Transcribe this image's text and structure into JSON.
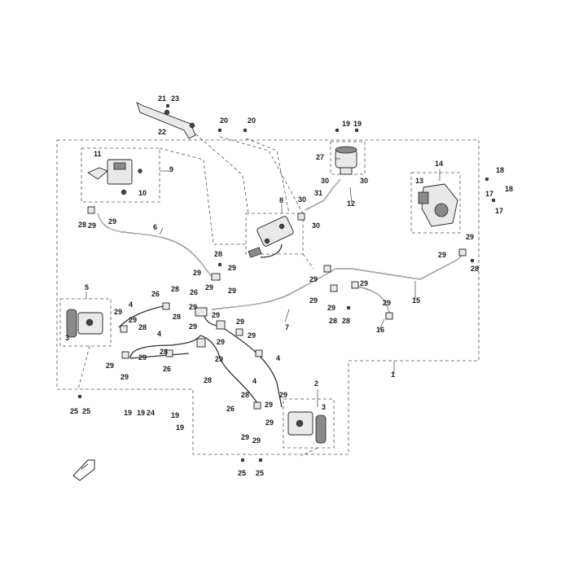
{
  "diagram": {
    "callouts": [
      {
        "id": "c1",
        "text": "1"
      },
      {
        "id": "c2",
        "text": "2"
      },
      {
        "id": "c3a",
        "text": "3"
      },
      {
        "id": "c3b",
        "text": "3"
      },
      {
        "id": "c4a",
        "text": "4"
      },
      {
        "id": "c4b",
        "text": "4"
      },
      {
        "id": "c4c",
        "text": "4"
      },
      {
        "id": "c4d",
        "text": "4"
      },
      {
        "id": "c5",
        "text": "5"
      },
      {
        "id": "c6",
        "text": "6"
      },
      {
        "id": "c7",
        "text": "7"
      },
      {
        "id": "c8",
        "text": "8"
      },
      {
        "id": "c9",
        "text": "9"
      },
      {
        "id": "c10",
        "text": "10"
      },
      {
        "id": "c11",
        "text": "11"
      },
      {
        "id": "c12",
        "text": "12"
      },
      {
        "id": "c13",
        "text": "13"
      },
      {
        "id": "c14",
        "text": "14"
      },
      {
        "id": "c15",
        "text": "15"
      },
      {
        "id": "c16",
        "text": "16"
      },
      {
        "id": "c17a",
        "text": "17"
      },
      {
        "id": "c17b",
        "text": "17"
      },
      {
        "id": "c18a",
        "text": "18"
      },
      {
        "id": "c18b",
        "text": "18"
      },
      {
        "id": "c19a",
        "text": "19"
      },
      {
        "id": "c19b",
        "text": "19"
      },
      {
        "id": "c19c",
        "text": "19"
      },
      {
        "id": "c19d",
        "text": "19"
      },
      {
        "id": "c19e",
        "text": "19"
      },
      {
        "id": "c19f",
        "text": "19"
      },
      {
        "id": "c20a",
        "text": "20"
      },
      {
        "id": "c20b",
        "text": "20"
      },
      {
        "id": "c21",
        "text": "21"
      },
      {
        "id": "c22",
        "text": "22"
      },
      {
        "id": "c23",
        "text": "23"
      },
      {
        "id": "c24",
        "text": "24"
      },
      {
        "id": "c25a",
        "text": "25"
      },
      {
        "id": "c25b",
        "text": "25"
      },
      {
        "id": "c25c",
        "text": "25"
      },
      {
        "id": "c25d",
        "text": "25"
      },
      {
        "id": "c26a",
        "text": "26"
      },
      {
        "id": "c26b",
        "text": "26"
      },
      {
        "id": "c26c",
        "text": "26"
      },
      {
        "id": "c26d",
        "text": "26"
      },
      {
        "id": "c27",
        "text": "27"
      },
      {
        "id": "c28a",
        "text": "28"
      },
      {
        "id": "c28b",
        "text": "28"
      },
      {
        "id": "c28c",
        "text": "28"
      },
      {
        "id": "c28d",
        "text": "28"
      },
      {
        "id": "c28e",
        "text": "28"
      },
      {
        "id": "c28f",
        "text": "28"
      },
      {
        "id": "c28g",
        "text": "28"
      },
      {
        "id": "c28h",
        "text": "28"
      },
      {
        "id": "c28i",
        "text": "28"
      },
      {
        "id": "c28j",
        "text": "28"
      },
      {
        "id": "c28k",
        "text": "28"
      },
      {
        "id": "c29a",
        "text": "29"
      },
      {
        "id": "c29b",
        "text": "29"
      },
      {
        "id": "c29c",
        "text": "29"
      },
      {
        "id": "c29d",
        "text": "29"
      },
      {
        "id": "c29e",
        "text": "29"
      },
      {
        "id": "c29f",
        "text": "29"
      },
      {
        "id": "c29g",
        "text": "29"
      },
      {
        "id": "c29h",
        "text": "29"
      },
      {
        "id": "c29i",
        "text": "29"
      },
      {
        "id": "c29j",
        "text": "29"
      },
      {
        "id": "c29k",
        "text": "29"
      },
      {
        "id": "c29l",
        "text": "29"
      },
      {
        "id": "c29m",
        "text": "29"
      },
      {
        "id": "c29n",
        "text": "29"
      },
      {
        "id": "c29o",
        "text": "29"
      },
      {
        "id": "c29p",
        "text": "29"
      },
      {
        "id": "c29q",
        "text": "29"
      },
      {
        "id": "c29r",
        "text": "29"
      },
      {
        "id": "c29s",
        "text": "29"
      },
      {
        "id": "c29t",
        "text": "29"
      },
      {
        "id": "c29u",
        "text": "29"
      },
      {
        "id": "c29v",
        "text": "29"
      },
      {
        "id": "c29w",
        "text": "29"
      },
      {
        "id": "c29x",
        "text": "29"
      },
      {
        "id": "c29y",
        "text": "29"
      },
      {
        "id": "c29z",
        "text": "29"
      },
      {
        "id": "c29aa",
        "text": "29"
      },
      {
        "id": "c29ab",
        "text": "29"
      },
      {
        "id": "c29ac",
        "text": "29"
      },
      {
        "id": "c29ad",
        "text": "29"
      },
      {
        "id": "c30a",
        "text": "30"
      },
      {
        "id": "c30b",
        "text": "30"
      },
      {
        "id": "c30c",
        "text": "30"
      },
      {
        "id": "c30d",
        "text": "30"
      },
      {
        "id": "c31",
        "text": "31"
      }
    ]
  }
}
